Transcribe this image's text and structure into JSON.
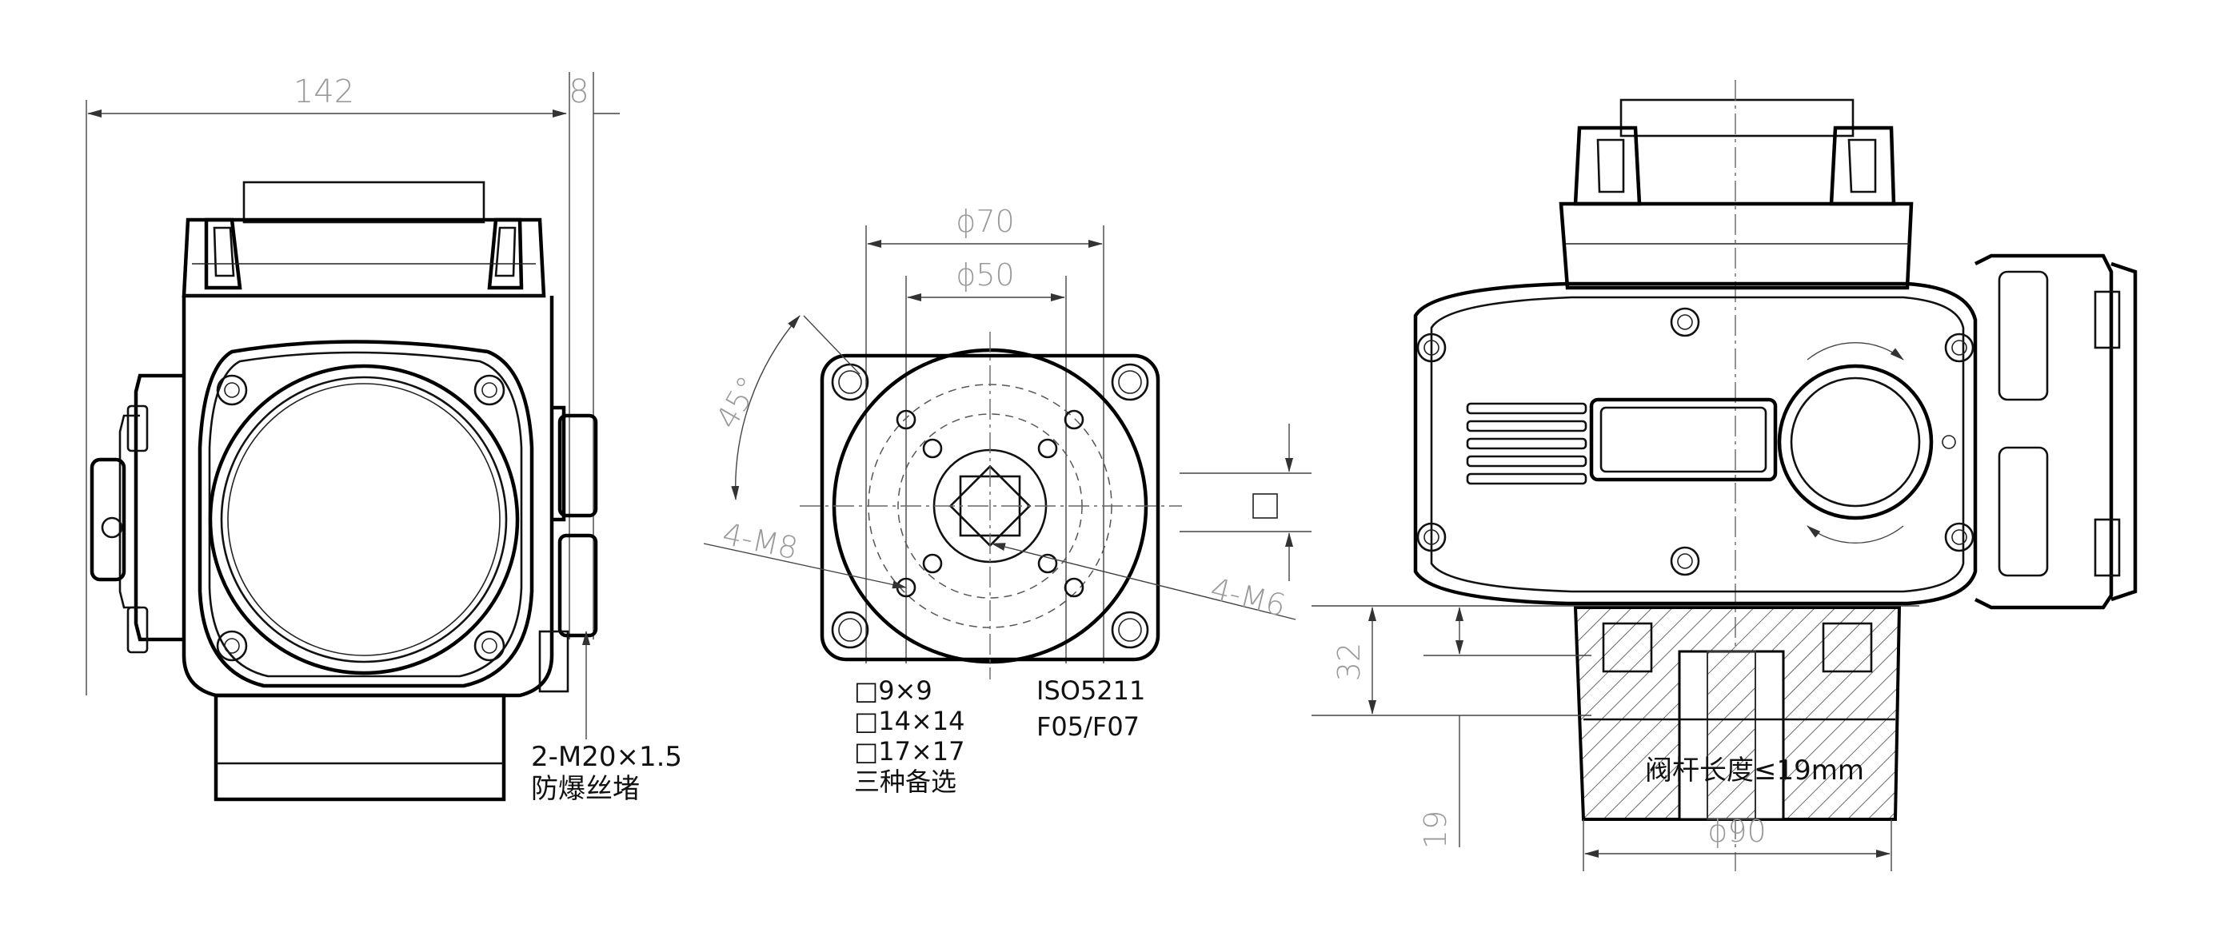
{
  "views": {
    "front": {
      "width_dim": "142",
      "offset_dim": "8",
      "plug_note_line1": "2-M20×1.5",
      "plug_note_line2": "防爆丝堵"
    },
    "flange": {
      "pcd_outer": "ϕ70",
      "pcd_inner": "ϕ50",
      "angle": "45°",
      "bolt_outer": "4-M8",
      "bolt_inner": "4-M6",
      "shaft_options": [
        "□9×9",
        "□14×14",
        "□17×17",
        "三种备选"
      ],
      "standard_line1": "ISO5211",
      "standard_line2": "F05/F07"
    },
    "side": {
      "height_dim": "32",
      "depth_dim": "19",
      "stem_note": "阀杆长度≤19mm",
      "base_dia": "ϕ90"
    }
  }
}
